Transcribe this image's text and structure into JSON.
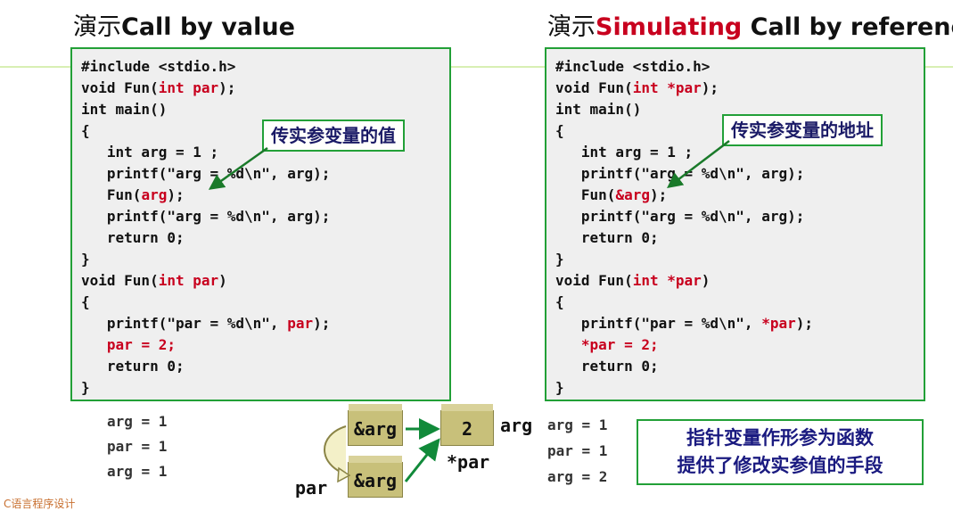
{
  "left": {
    "title_prefix": "演示",
    "title_main": "Call by value",
    "code": [
      [
        [
          "#include <stdio.h>",
          ""
        ]
      ],
      [
        [
          "void Fun(",
          ""
        ],
        [
          "int par",
          "kw"
        ],
        [
          ");",
          ""
        ]
      ],
      [
        [
          "int main()",
          ""
        ]
      ],
      [
        [
          "{",
          ""
        ]
      ],
      [
        [
          "   int arg = 1 ;",
          ""
        ]
      ],
      [
        [
          "   printf(\"arg = %d\\n\", arg);",
          ""
        ]
      ],
      [
        [
          "   Fun(",
          ""
        ],
        [
          "arg",
          "kw"
        ],
        [
          ");",
          ""
        ]
      ],
      [
        [
          "   printf(\"arg = %d\\n\", arg);",
          ""
        ]
      ],
      [
        [
          "   return 0;",
          ""
        ]
      ],
      [
        [
          "}",
          ""
        ]
      ],
      [
        [
          "void Fun(",
          ""
        ],
        [
          "int par",
          "kw"
        ],
        [
          ")",
          ""
        ]
      ],
      [
        [
          "{",
          ""
        ]
      ],
      [
        [
          "   printf(\"par = %d\\n\", ",
          ""
        ],
        [
          "par",
          "kw"
        ],
        [
          ");",
          ""
        ]
      ],
      [
        [
          "   ",
          ""
        ],
        [
          "par = 2;",
          "kw"
        ]
      ],
      [
        [
          "   return 0;",
          ""
        ]
      ],
      [
        [
          "}",
          ""
        ]
      ]
    ],
    "callout": "传实参变量的值",
    "output": [
      "arg = 1",
      "par = 1",
      "arg = 1"
    ]
  },
  "right": {
    "title_prefix": "演示",
    "title_red": "Simulating",
    "title_main": " Call by reference",
    "code": [
      [
        [
          "#include <stdio.h>",
          ""
        ]
      ],
      [
        [
          "void Fun(",
          ""
        ],
        [
          "int *par",
          "kw"
        ],
        [
          ");",
          ""
        ]
      ],
      [
        [
          "int main()",
          ""
        ]
      ],
      [
        [
          "{",
          ""
        ]
      ],
      [
        [
          "   int arg = 1 ;",
          ""
        ]
      ],
      [
        [
          "   printf(\"arg = %d\\n\", arg);",
          ""
        ]
      ],
      [
        [
          "   Fun(",
          ""
        ],
        [
          "&arg",
          "kw"
        ],
        [
          ");",
          ""
        ]
      ],
      [
        [
          "   printf(\"arg = %d\\n\", arg);",
          ""
        ]
      ],
      [
        [
          "   return 0;",
          ""
        ]
      ],
      [
        [
          "}",
          ""
        ]
      ],
      [
        [
          "void Fun(",
          ""
        ],
        [
          "int *par",
          "kw"
        ],
        [
          ")",
          ""
        ]
      ],
      [
        [
          "{",
          ""
        ]
      ],
      [
        [
          "   printf(\"par = %d\\n\", ",
          ""
        ],
        [
          "*par",
          "kw"
        ],
        [
          ");",
          ""
        ]
      ],
      [
        [
          "   ",
          ""
        ],
        [
          "*par = 2;",
          "kw"
        ]
      ],
      [
        [
          "   return 0;",
          ""
        ]
      ],
      [
        [
          "}",
          ""
        ]
      ]
    ],
    "callout": "传实参变量的地址",
    "output": [
      "arg = 1",
      "par = 1",
      "arg = 2"
    ]
  },
  "diagram": {
    "cell_top": "&arg",
    "cell_bottom": "&arg",
    "value_cell": "2",
    "value_label": "arg",
    "deref_label": "*par",
    "par_label": "par"
  },
  "note": {
    "line1": "指针变量作形参为函数",
    "line2": "提供了修改实参值的手段"
  },
  "footer": "C语言程序设计",
  "colors": {
    "accent_green": "#22a037",
    "keyword_red": "#c8001e",
    "cell_olive": "#c8c07a"
  }
}
